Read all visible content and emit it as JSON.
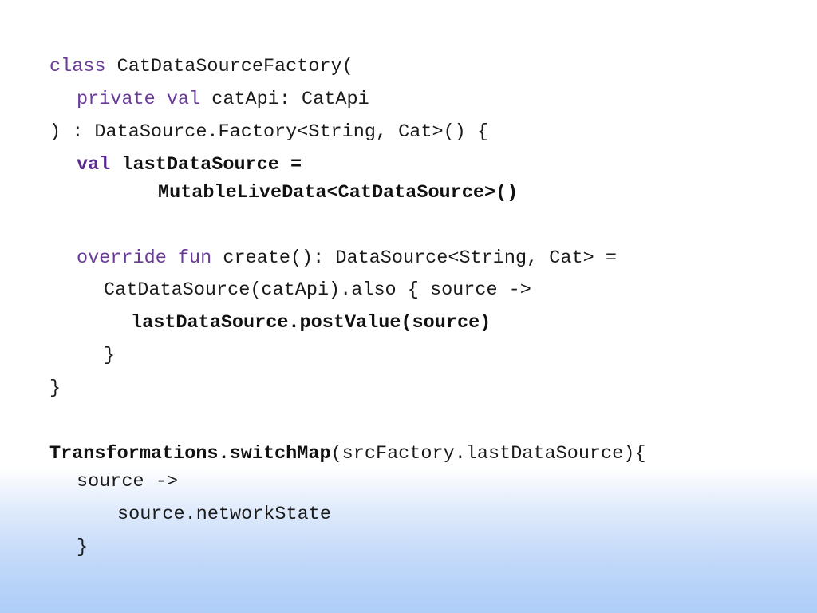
{
  "code": {
    "l1_kw": "class",
    "l1_rest": " CatDataSourceFactory(",
    "l2_kw": "private val",
    "l2_rest": " catApi: CatApi",
    "l3": ") : DataSource.Factory<String, Cat>() {",
    "l4_kw": "val",
    "l4_rest": " lastDataSource =",
    "l5": "MutableLiveData<CatDataSource>()",
    "l6_kw": "override fun",
    "l6_rest": " create(): DataSource<String, Cat> =",
    "l7": "CatDataSource(catApi).also { source ->",
    "l8": "lastDataSource.postValue(source)",
    "l9": "}",
    "l10": "}",
    "l11_bold": "Transformations.switchMap",
    "l11_rest": "(srcFactory.lastDataSource){",
    "l12": "source ->",
    "l13": "source.networkState",
    "l14": "}"
  }
}
